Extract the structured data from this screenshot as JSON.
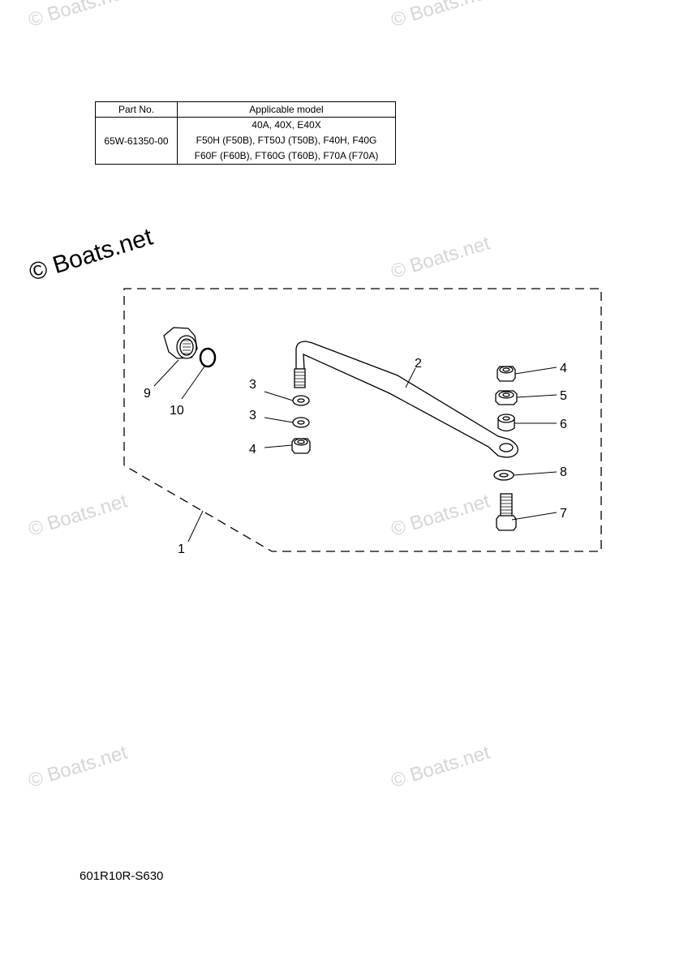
{
  "watermark": {
    "text": "© Boats.net"
  },
  "parts_table": {
    "header_part_no": "Part No.",
    "header_model": "Applicable model",
    "part_no": "65W-61350-00",
    "models": [
      "40A, 40X, E40X",
      "F50H (F50B), FT50J (T50B), F40H, F40G",
      "F60F (F60B), FT60G (T60B), F70A (F70A)"
    ]
  },
  "callouts": {
    "c1": "1",
    "c2": "2",
    "c3a": "3",
    "c3b": "3",
    "c4a": "4",
    "c4b": "4",
    "c5": "5",
    "c6": "6",
    "c7": "7",
    "c8": "8",
    "c9": "9",
    "c10": "10"
  },
  "diagram_code": "601R10R-S630"
}
